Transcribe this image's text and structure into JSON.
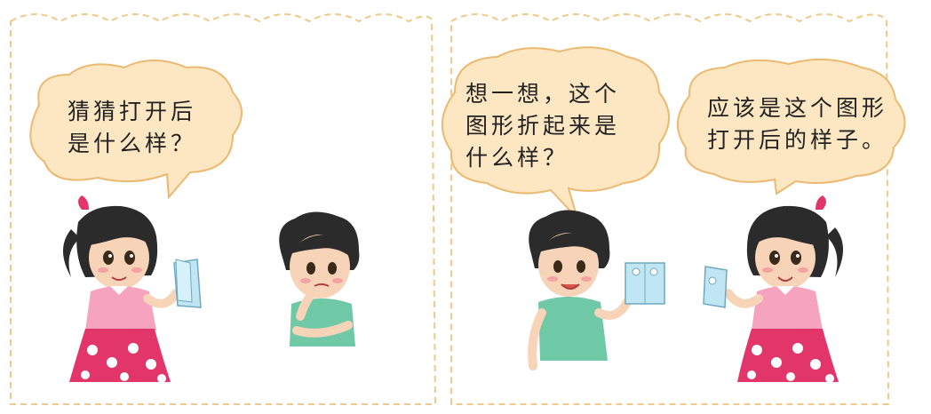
{
  "panels": [
    {
      "speech": {
        "speaker": "girl",
        "lines": [
          "猜猜打开后",
          "是什么样？"
        ]
      }
    },
    {
      "speeches": [
        {
          "speaker": "boy",
          "lines": [
            "想一想，这个",
            "图形折起来是",
            "什么样？"
          ]
        },
        {
          "speaker": "girl",
          "lines": [
            "应该是这个图形",
            "打开后的样子。"
          ]
        }
      ]
    }
  ],
  "colors": {
    "panel_border": "#f0c98a",
    "bubble_fill": "#fde7c3",
    "bubble_stroke": "#ecb971",
    "girl_shirt": "#f6a3bf",
    "girl_skirt": "#e2356a",
    "boy_shirt": "#6fc8a6",
    "hair": "#2b2b2b",
    "skin": "#f7d3b8",
    "paper": "#bfe6f2"
  }
}
